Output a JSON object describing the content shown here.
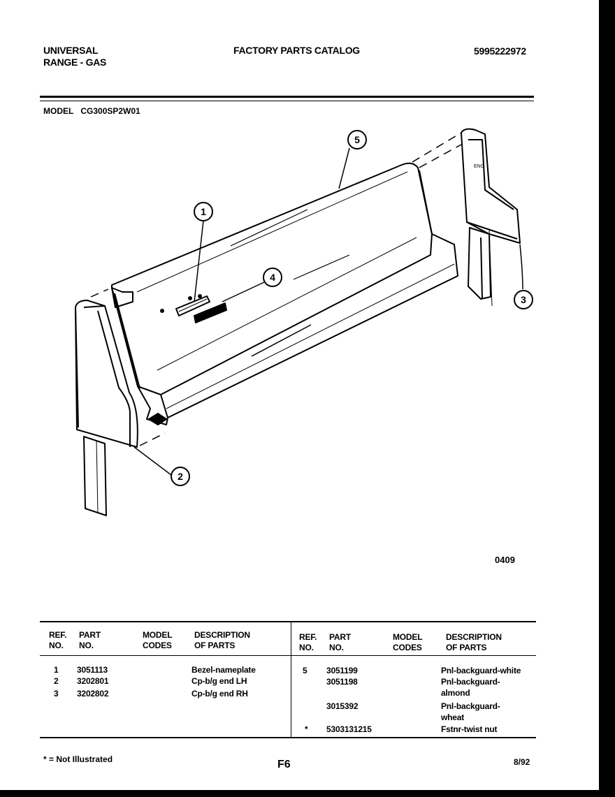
{
  "header": {
    "brand_line1": "UNIVERSAL",
    "brand_line2": "RANGE - GAS",
    "catalog_title": "FACTORY PARTS CATALOG",
    "catalog_number": "5995222972"
  },
  "model": {
    "label": "MODEL",
    "value": "CG300SP2W01"
  },
  "diagram": {
    "figure_code": "0409",
    "callouts": [
      "1",
      "2",
      "3",
      "4",
      "5"
    ]
  },
  "table": {
    "headers": {
      "ref": "REF.\nNO.",
      "part": "PART\nNO.",
      "codes": "MODEL\nCODES",
      "desc": "DESCRIPTION\nOF PARTS"
    },
    "left_rows": [
      {
        "ref": "1",
        "part": "3051113",
        "codes": "",
        "desc": "Bezel-nameplate"
      },
      {
        "ref": "2",
        "part": "3202801",
        "codes": "",
        "desc": "Cp-b/g end LH"
      },
      {
        "ref": "3",
        "part": "3202802",
        "codes": "",
        "desc": "Cp-b/g end RH"
      }
    ],
    "right_rows": [
      {
        "ref": "5",
        "part": "3051199",
        "codes": "",
        "desc": "Pnl-backguard-white"
      },
      {
        "ref": "",
        "part": "3051198",
        "codes": "",
        "desc": "Pnl-backguard-almond"
      },
      {
        "ref": "",
        "part": "3015392",
        "codes": "",
        "desc": "Pnl-backguard-wheat"
      },
      {
        "ref": "*",
        "part": "5303131215",
        "codes": "",
        "desc": "Fstnr-twist nut"
      }
    ]
  },
  "footer": {
    "footnote": "* = Not Illustrated",
    "page": "F6",
    "date": "8/92"
  }
}
